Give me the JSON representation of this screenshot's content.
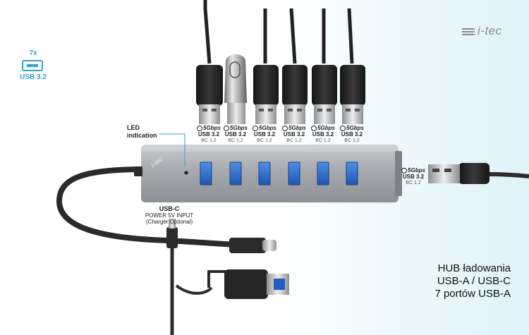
{
  "brand": {
    "logo_text": "i-tec"
  },
  "badge": {
    "count": "7x",
    "type": "USB 3.2"
  },
  "led_label": {
    "line1": "LED",
    "line2": "indication"
  },
  "top_ports": [
    {
      "speed": "5Gbps",
      "name": "USB 3.2",
      "charging": "BC 1.2"
    },
    {
      "speed": "5Gbps",
      "name": "USB 3.2",
      "charging": "BC 1.2"
    },
    {
      "speed": "5Gbps",
      "name": "USB 3.2",
      "charging": "BC 1.2"
    },
    {
      "speed": "5Gbps",
      "name": "USB 3.2",
      "charging": "BC 1.2"
    },
    {
      "speed": "5Gbps",
      "name": "USB 3.2",
      "charging": "BC 1.2"
    },
    {
      "speed": "5Gbps",
      "name": "USB 3.2",
      "charging": "BC 1.2"
    }
  ],
  "side_port": {
    "speed": "5Gbps",
    "name": "USB 3.2",
    "charging": "BC 1.2"
  },
  "power_input": {
    "title": "USB-C",
    "line1": "POWER 5V INPUT",
    "line2": "(Charger Optional)"
  },
  "hub_logo": "i-tec",
  "headline": {
    "line1": "HUB ładowania",
    "line2": "USB-A / USB-C",
    "line3": "7 portów USB-A"
  },
  "colors": {
    "accent": "#2ba6c9",
    "hub_body": "#a9acb0",
    "port_blue": "#2f6fd0",
    "cable": "#2a2a2a"
  }
}
